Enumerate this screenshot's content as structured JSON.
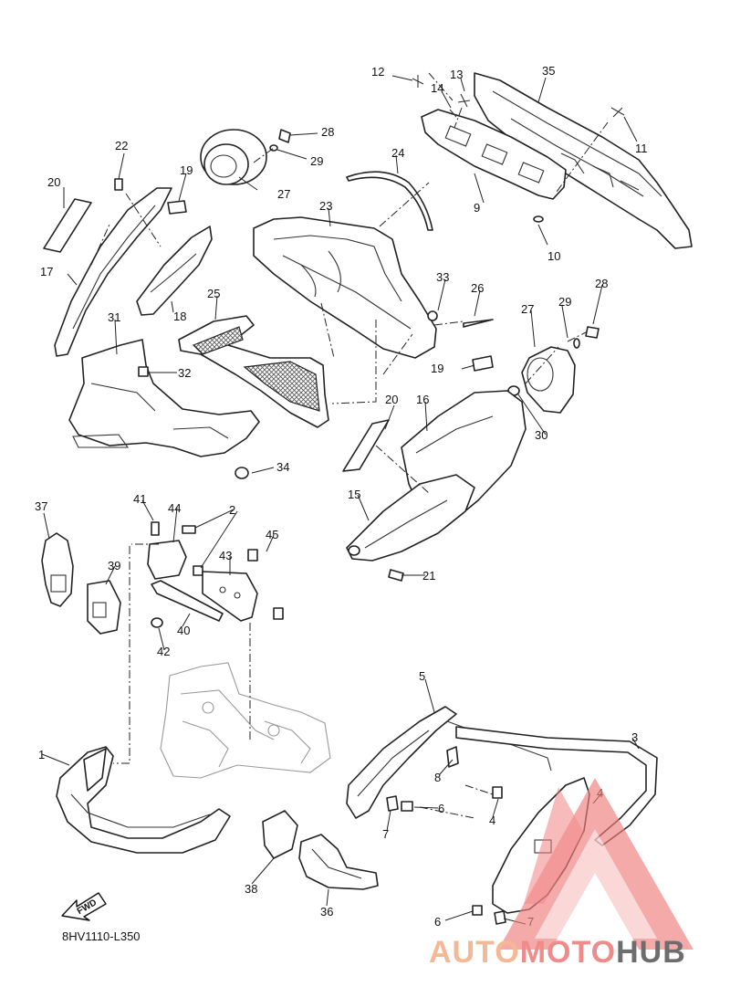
{
  "diagram": {
    "code": "8HV1110-L350",
    "fwd_label": "FWD",
    "callouts": [
      "1",
      "2",
      "3",
      "4",
      "4",
      "5",
      "6",
      "6",
      "7",
      "7",
      "8",
      "9",
      "10",
      "11",
      "12",
      "13",
      "14",
      "15",
      "16",
      "17",
      "18",
      "19",
      "19",
      "20",
      "20",
      "21",
      "22",
      "23",
      "24",
      "25",
      "26",
      "27",
      "27",
      "28",
      "28",
      "29",
      "29",
      "30",
      "31",
      "32",
      "33",
      "34",
      "35",
      "36",
      "37",
      "38",
      "39",
      "40",
      "41",
      "42",
      "43",
      "44",
      "45"
    ]
  },
  "watermark": {
    "brand": "AUTOMOTOHUB",
    "part_auto": "AUTO",
    "part_moto": "MOTO",
    "part_hub": "HUB",
    "colors": {
      "auto": "#f5b895",
      "moto": "#f08b8b",
      "hub": "#6d6d6d",
      "triangle": "#f07e7e"
    }
  }
}
